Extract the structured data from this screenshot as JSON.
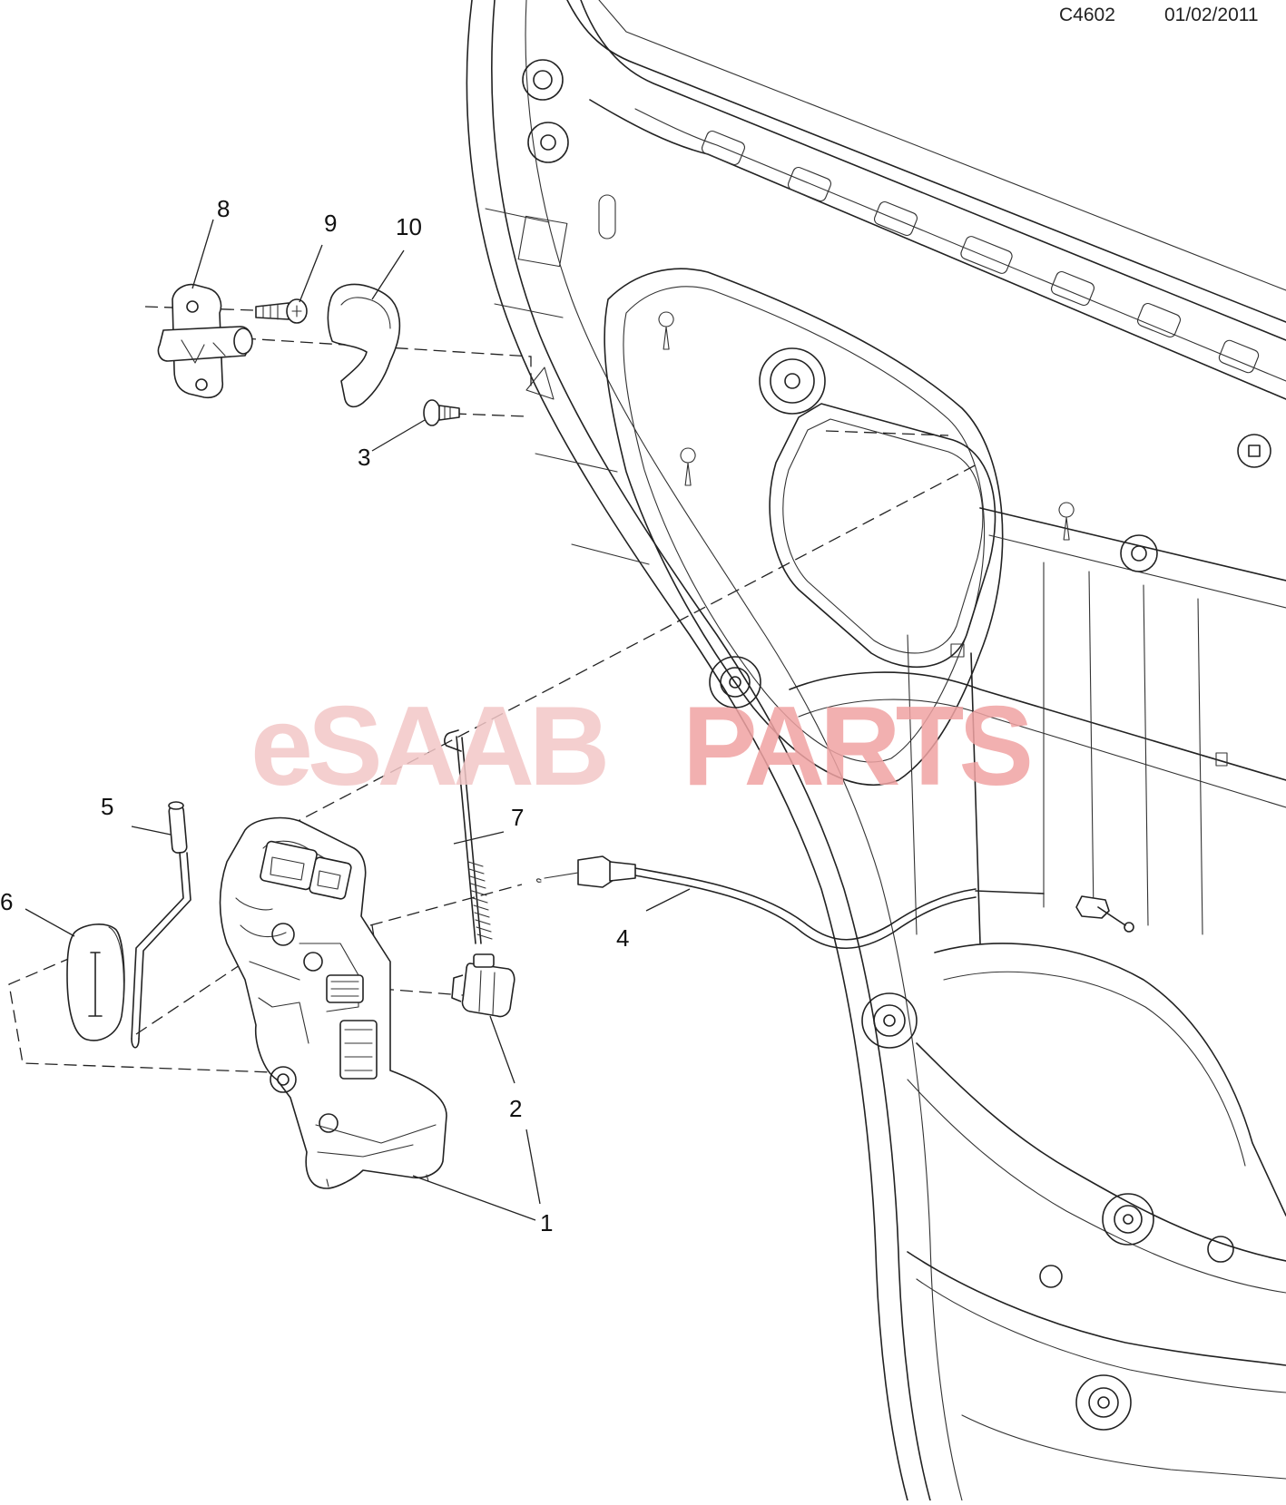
{
  "header": {
    "diagram_code": "C4602",
    "date": "01/02/2011"
  },
  "watermark": {
    "prefix": "eSAAB",
    "suffix": "PARTS",
    "prefix_color": "#f3c7c7",
    "suffix_color": "#f0a3a3"
  },
  "callouts": [
    "1",
    "2",
    "3",
    "4",
    "5",
    "6",
    "7",
    "8",
    "9",
    "10"
  ]
}
